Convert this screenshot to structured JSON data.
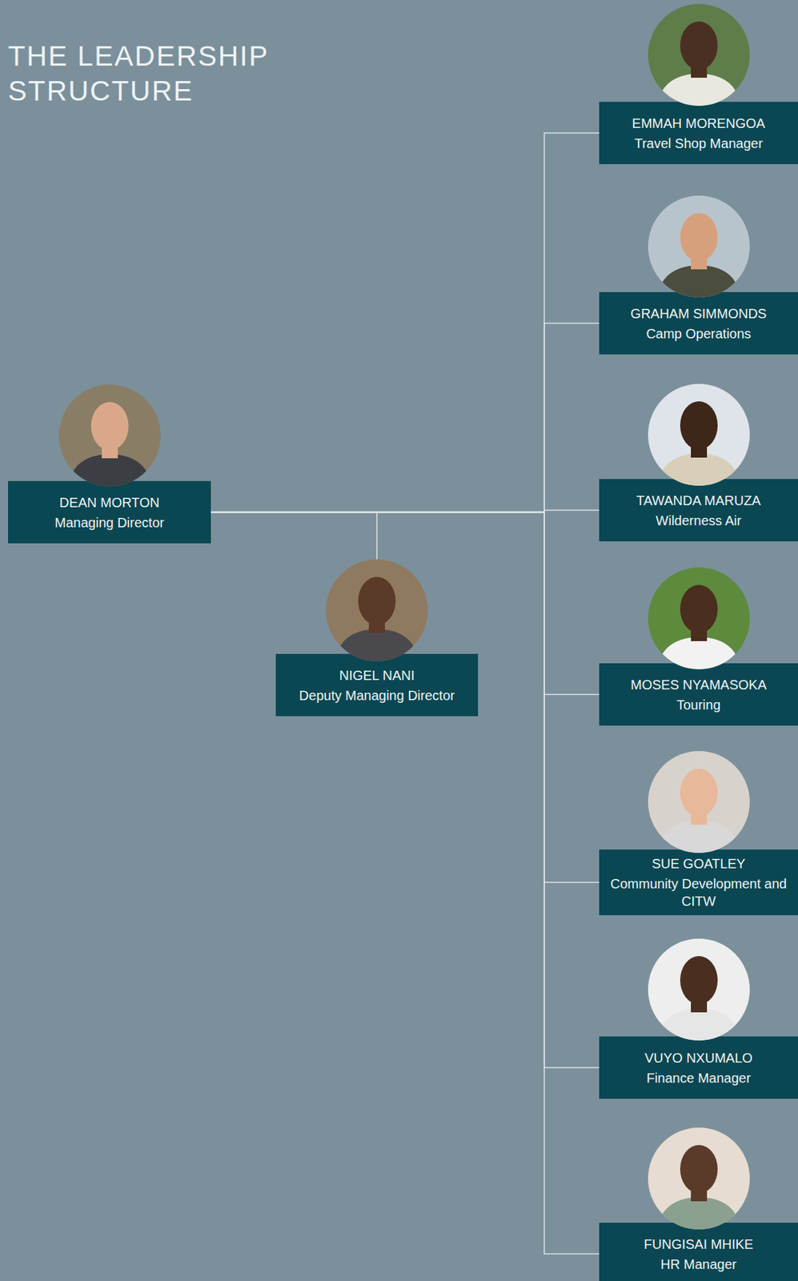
{
  "diagram": {
    "title": "THE LEADERSHIP STRUCTURE",
    "nodes": [
      {
        "text": [
          "DEAN MORTON",
          "Managing Director"
        ]
      },
      {
        "text": [
          "NIGEL NANI",
          "Deputy Managing Director"
        ]
      },
      {
        "text": [
          "EMMAH MORENGOA",
          "Travel Shop Manager"
        ]
      },
      {
        "text": [
          "GRAHAM SIMMONDS",
          "Camp Operations"
        ]
      },
      {
        "text": [
          "TAWANDA MARUZA",
          "Wilderness Air"
        ]
      },
      {
        "text": [
          "MOSES NYAMASOKA",
          "Touring"
        ]
      },
      {
        "text": [
          "SUE GOATLEY",
          "Community Development and CITW"
        ]
      },
      {
        "text": [
          "VUYO NXUMALO",
          "Finance Manager"
        ]
      },
      {
        "text": [
          "FUNGISAI MHIKE",
          "HR Manager"
        ]
      }
    ],
    "edges": [
      {
        "from": 0,
        "to": 1,
        "arrow": "none"
      },
      {
        "from": 0,
        "to": 2,
        "arrow": "none"
      },
      {
        "from": 0,
        "to": 3,
        "arrow": "none"
      },
      {
        "from": 0,
        "to": 4,
        "arrow": "none"
      },
      {
        "from": 0,
        "to": 5,
        "arrow": "none"
      },
      {
        "from": 0,
        "to": 6,
        "arrow": "none"
      },
      {
        "from": 0,
        "to": 7,
        "arrow": "none"
      },
      {
        "from": 0,
        "to": 8,
        "arrow": "none"
      }
    ]
  }
}
